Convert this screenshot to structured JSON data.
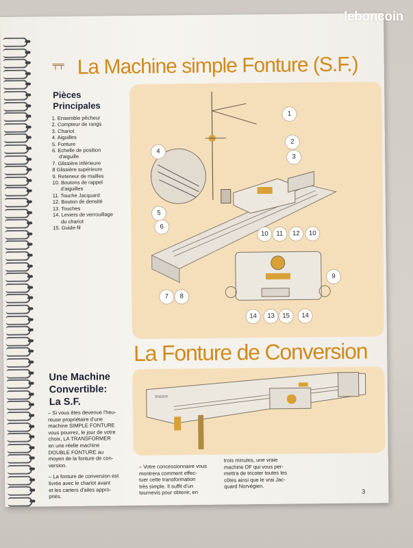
{
  "watermark": "leboncoin",
  "header": {
    "title": "La Machine simple Fonture (S.F.)"
  },
  "sidebar": {
    "heading_line1": "Pièces",
    "heading_line2": "Principales",
    "parts": [
      "1. Ensemble pêcheur",
      "2. Compteur de rangs",
      "3. Chariot",
      "4. Aiguilles",
      "5. Fonture",
      "6. Echelle de position",
      "d'aiguille",
      "7. Glissière inférieure",
      "8 Glissière supérieure",
      "9. Reteneur de mailles",
      "10. Boutons de rappel",
      "d'aiguilles",
      "11. Touche Jacquard",
      "12. Bouton de densité",
      "13. Touches",
      "14. Leviers de verrouillage",
      "du chariot",
      "15. Guide-fil"
    ]
  },
  "diagram1": {
    "callouts": [
      "1",
      "2",
      "3",
      "4",
      "5",
      "6",
      "7",
      "8",
      "9",
      "10",
      "11",
      "12",
      "10",
      "14",
      "13",
      "15",
      "14"
    ]
  },
  "section2": {
    "title": "La Fonture de Conversion",
    "heading_line1": "Une Machine",
    "heading_line2": "Convertible:",
    "heading_line3": "La S.F.",
    "machine_label": "SINGER",
    "col1_p1": [
      "– Si vous êtes devenue l'heu-",
      "reuse propriétaire d'une",
      "machine SIMPLE FONTURE",
      "vous pourrez, le jour de votre",
      "choix, LA TRANSFORMER",
      "en une réelle machine",
      "DOUBLE FONTURE au",
      "moyen de la fonture de con-",
      "version."
    ],
    "col1_p2": [
      "– La fonture de conversion est",
      "livrée avec le chariot avant",
      "et les carters d'ailes appro-",
      "priés."
    ],
    "col2": [
      "– Votre concessionnaire vous",
      "montrera comment effec-",
      "tuer cette transformation",
      "très simple. Il suffit d'un",
      "tournevis pour obtenir, en"
    ],
    "col3": [
      "trois minutes, une vraie",
      "machine DF qui vous per-",
      "mettra de tricoter toutes les",
      "côtes ainsi que le vrai Jac-",
      "quard Norvégien."
    ],
    "page_number": "3"
  },
  "colors": {
    "accent": "#d08a1c",
    "panel": "#f5dfbb",
    "heading": "#1c2233"
  }
}
